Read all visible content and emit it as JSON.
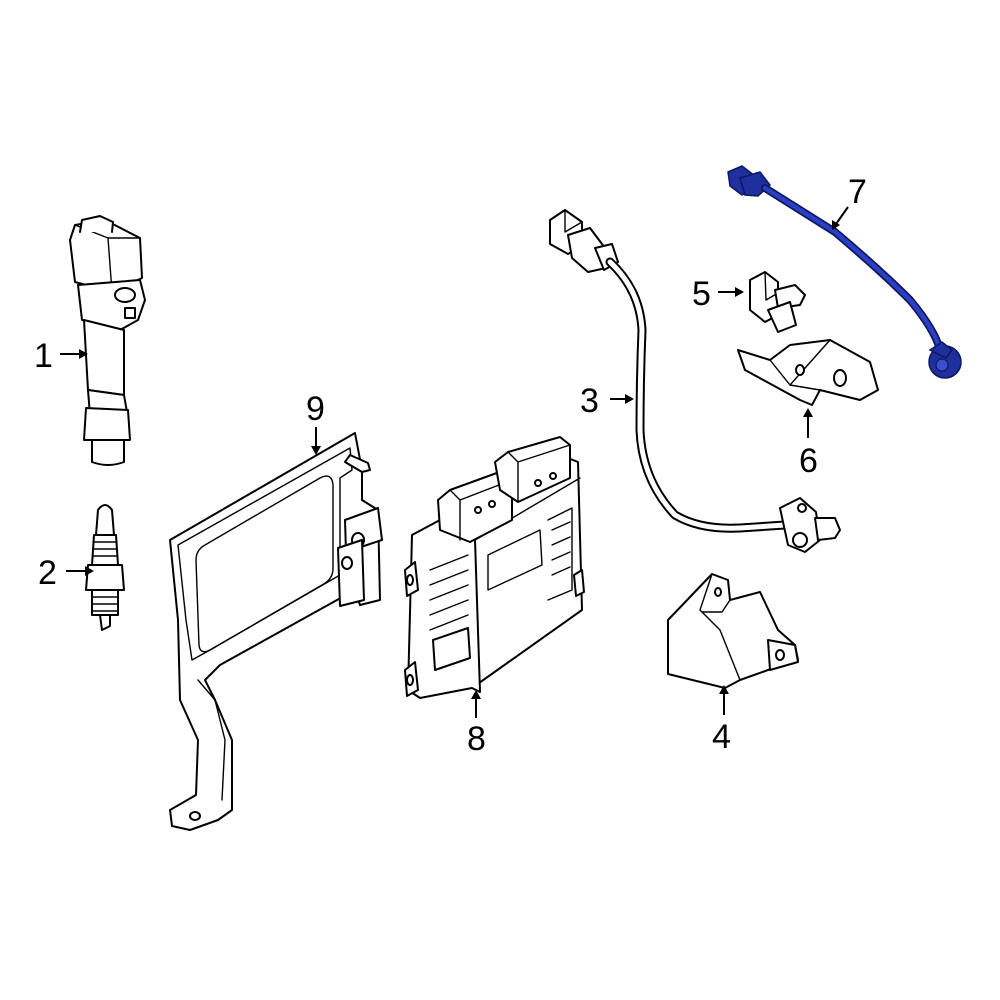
{
  "colors": {
    "line": "#000000",
    "background": "#ffffff",
    "highlight": "#1f2f9e",
    "highlight_dark": "#0d1860"
  },
  "callouts": {
    "n1": "1",
    "n2": "2",
    "n3": "3",
    "n4": "4",
    "n5": "5",
    "n6": "6",
    "n7": "7",
    "n8": "8",
    "n9": "9"
  },
  "parts": {
    "ignition_coil": "1",
    "spark_plug": "2",
    "crankshaft_position_sensor": "3",
    "bracket_cover": "4",
    "camshaft_position_sensor": "5",
    "sensor_bracket": "6",
    "knock_sensor": "7",
    "engine_control_module": "8",
    "ecm_bracket": "9"
  }
}
